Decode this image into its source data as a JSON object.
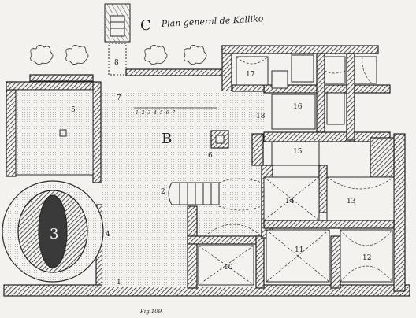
{
  "title": "Plan general de Kalliko",
  "fig": "Fig 109",
  "letters": {
    "c": "C",
    "b": "B"
  },
  "numbers": {
    "n1": "1",
    "n2": "2",
    "n3": "3",
    "n4": "4",
    "n5": "5",
    "n6": "6",
    "n7": "7",
    "n8": "8",
    "n10": "10",
    "n11": "11",
    "n12": "12",
    "n13": "13",
    "n14": "14",
    "n15": "15",
    "n16": "16",
    "n17": "17",
    "n18": "18"
  },
  "scale_marks": "1 2 3 4 5 6 7",
  "colors": {
    "ink": "#2b2b2b",
    "paper": "#f4f2ee",
    "fill_dark": "#3a3a3a"
  }
}
